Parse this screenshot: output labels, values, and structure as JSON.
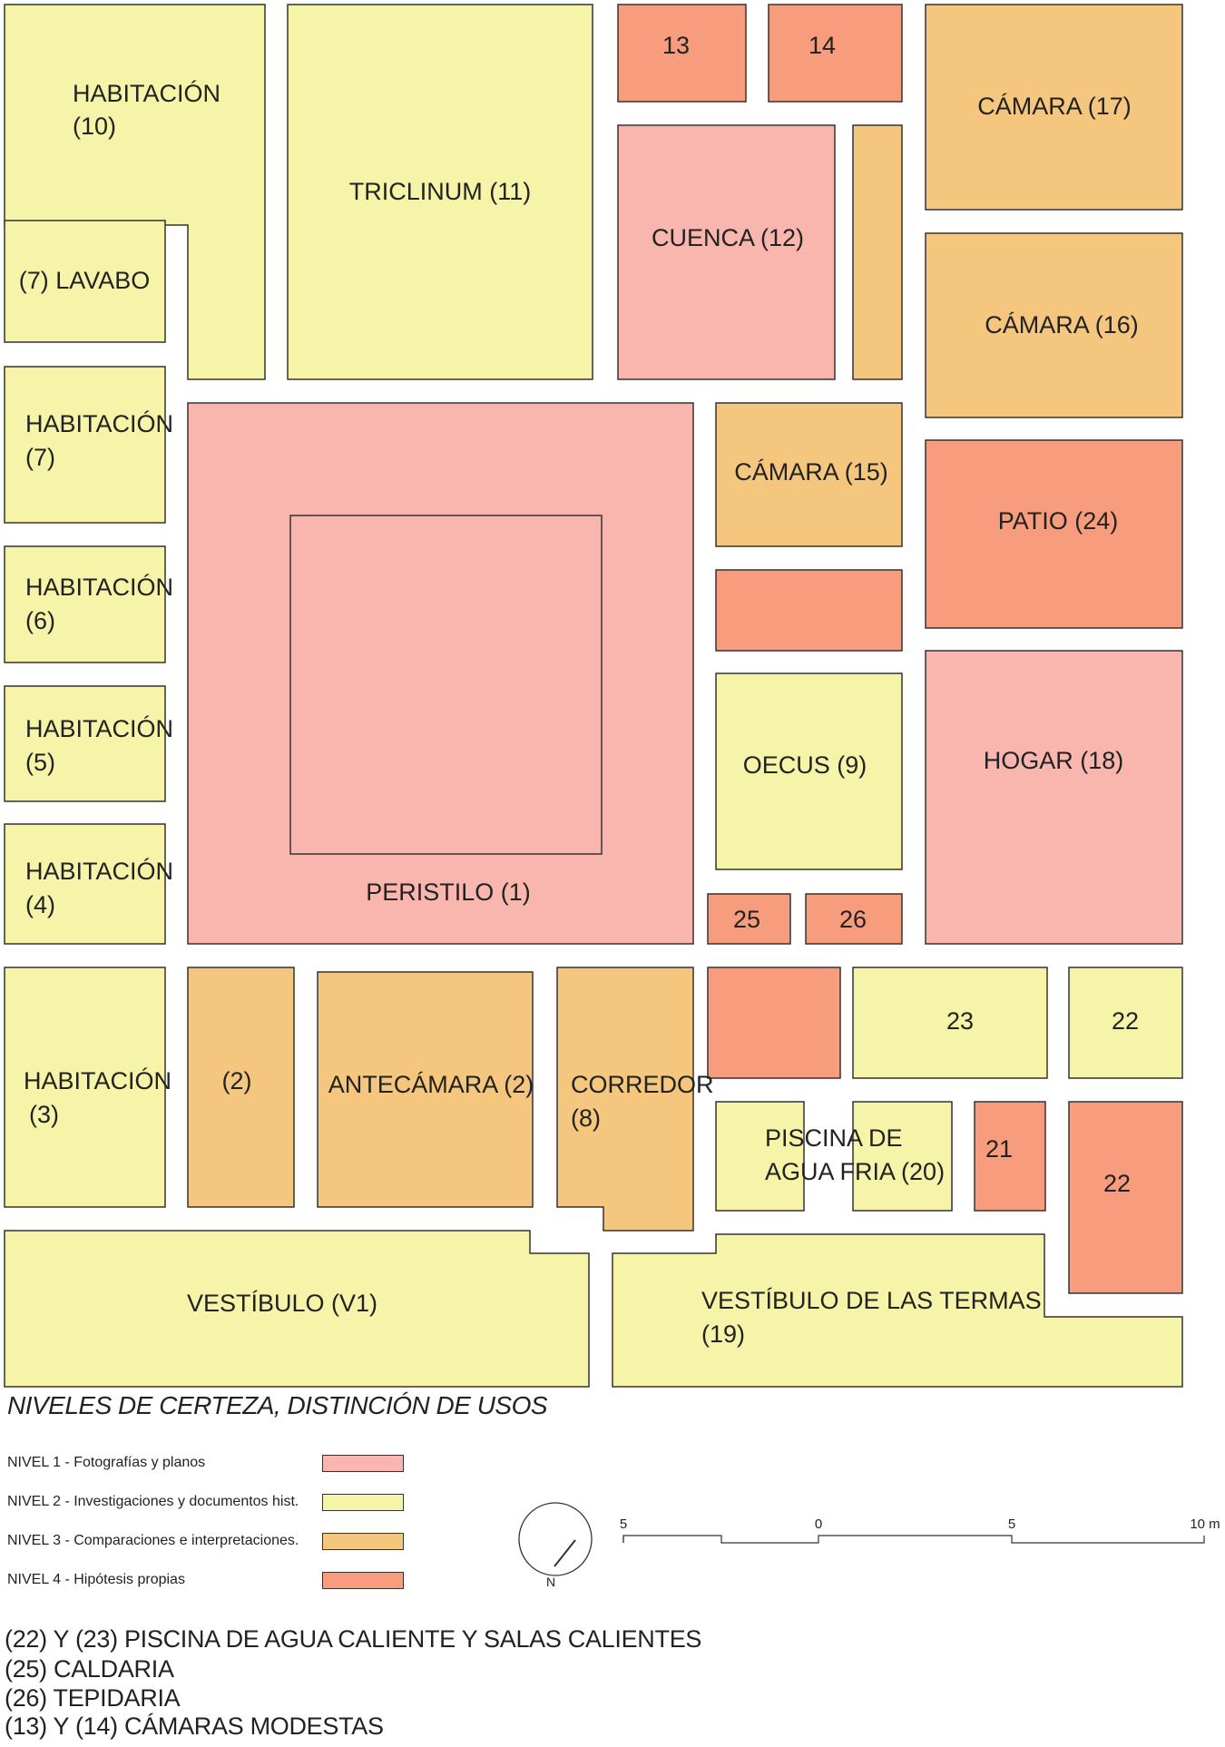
{
  "colors": {
    "nivel1": "#f8b6ae",
    "nivel2": "#f5f4a8",
    "nivel3": "#f5c77e",
    "nivel4": "#f79c7d",
    "stroke": "#333333"
  },
  "rooms": {
    "habitacion_10": [
      "HABITACIÓN",
      "(10)"
    ],
    "triclinum": "TRICLINUM (11)",
    "room_13": "13",
    "room_14": "14",
    "camara_17": "CÁMARA (17)",
    "cuenca": "CUENCA (12)",
    "lavabo": "(7) LAVABO",
    "camara_16": "CÁMARA (16)",
    "habitacion_7": [
      "HABITACIÓN",
      "(7)"
    ],
    "camara_15": "CÁMARA (15)",
    "patio": "PATIO (24)",
    "habitacion_6": [
      "HABITACIÓN",
      "(6)"
    ],
    "oecus": "OECUS (9)",
    "hogar": "HOGAR (18)",
    "habitacion_5": [
      "HABITACIÓN",
      "(5)"
    ],
    "habitacion_4": [
      "HABITACIÓN",
      "(4)"
    ],
    "peristilo": "PERISTILO (1)",
    "room_25": "25",
    "room_26": "26",
    "habitacion_3": [
      "HABITACIÓN",
      "(3)"
    ],
    "room_2": "(2)",
    "antecamara": "ANTECÁMARA (2)",
    "corredor": [
      "CORREDOR",
      "(8)"
    ],
    "room_23": "23",
    "room_22_top": "22",
    "piscina": [
      "PISCINA DE",
      "AGUA FRIA (20)"
    ],
    "room_21": "21",
    "room_22_bottom": "22",
    "vestibulo": "VESTÍBULO (V1)",
    "vestibulo_termas": [
      "VESTÍBULO DE LAS TERMAS",
      "(19)"
    ]
  },
  "legend": {
    "title": "NIVELES DE CERTEZA, DISTINCIÓN DE USOS",
    "items": [
      {
        "label": "NIVEL 1 - Fotografías y planos",
        "level": "nivel1"
      },
      {
        "label": "NIVEL 2 - Investigaciones y documentos hist.",
        "level": "nivel2"
      },
      {
        "label": "NIVEL 3 - Comparaciones e interpretaciones.",
        "level": "nivel3"
      },
      {
        "label": "NIVEL 4 - Hipótesis propias",
        "level": "nivel4"
      }
    ]
  },
  "compass": {
    "label": "N"
  },
  "scale": {
    "labels": [
      "5",
      "0",
      "5",
      "10 m"
    ]
  },
  "notes": [
    "(22) Y (23) PISCINA DE AGUA CALIENTE Y SALAS CALIENTES",
    "(25) CALDARIA",
    "(26) TEPIDARIA",
    "(13) Y (14) CÁMARAS MODESTAS"
  ]
}
